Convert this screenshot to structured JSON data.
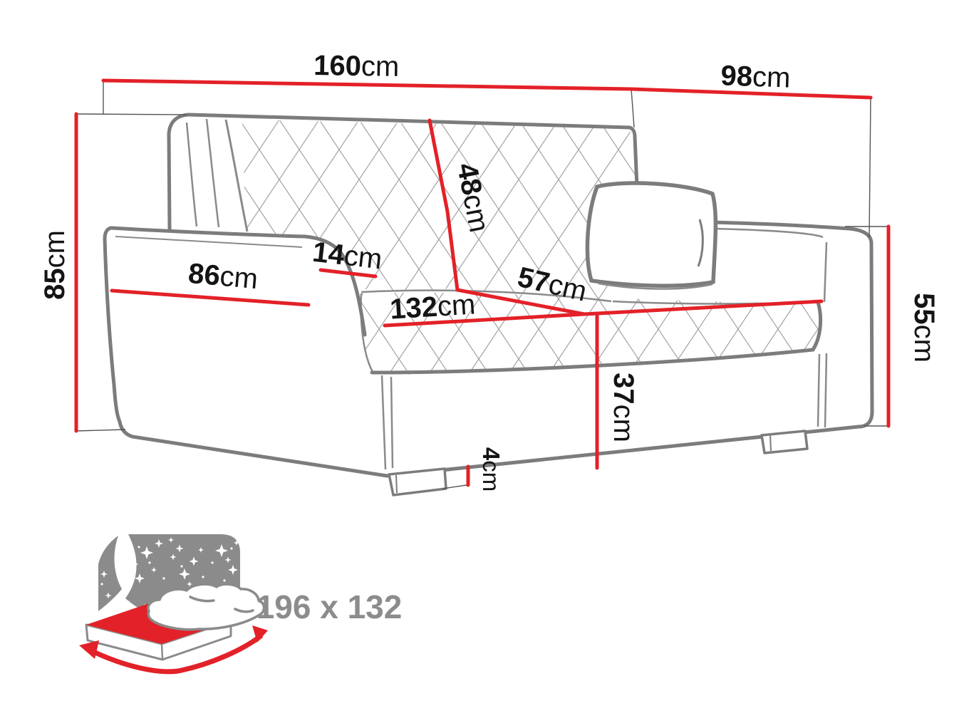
{
  "diagram": {
    "product": "sofa-with-sleeping-function",
    "dimensions": {
      "total_width": {
        "value": "160",
        "unit": "cm"
      },
      "total_depth": {
        "value": "98",
        "unit": "cm"
      },
      "total_height": {
        "value": "85",
        "unit": "cm"
      },
      "backrest_height": {
        "value": "48",
        "unit": "cm"
      },
      "armrest_width": {
        "value": "14",
        "unit": "cm"
      },
      "armrest_depth": {
        "value": "86",
        "unit": "cm"
      },
      "seat_depth": {
        "value": "57",
        "unit": "cm"
      },
      "seat_width": {
        "value": "132",
        "unit": "cm"
      },
      "side_height": {
        "value": "55",
        "unit": "cm"
      },
      "seat_height": {
        "value": "37",
        "unit": "cm"
      },
      "leg_height": {
        "value": "4",
        "unit": "cm"
      }
    },
    "sleeping_function": {
      "size_label": "196 x 132"
    }
  },
  "colors": {
    "dimension_red": "#e32128",
    "outline_gray": "#7c7c7c",
    "quilt_gray": "#a6a6a6",
    "icon_gray": "#8b8b8b",
    "label_black": "#141414",
    "icon_text_gray": "#8c8c8c"
  }
}
